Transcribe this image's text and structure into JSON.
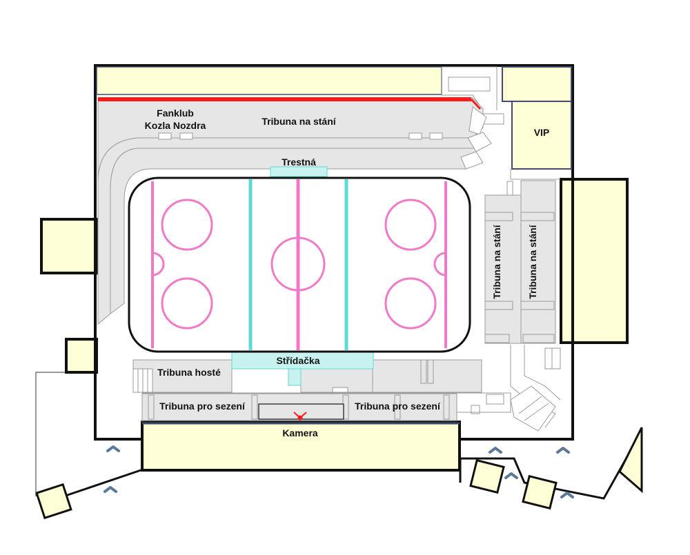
{
  "labels": {
    "fanclub_line1": "Fanklub",
    "fanclub_line2": "Kozla Nozdra",
    "standing_top": "Tribuna na stání",
    "standing_right_a": "Tribuna na stání",
    "standing_right_b": "Tribuna na stání",
    "penalty_box": "Trestná",
    "players_bench": "Střídačka",
    "away_stand": "Tribuna hosté",
    "seating_left": "Tribuna pro sezení",
    "seating_right": "Tribuna pro sezení",
    "camera": "Kamera",
    "vip": "VIP"
  },
  "colors": {
    "building": "#fdfdd6",
    "outline": "#111111",
    "stand_fill": "#e6e6e6",
    "stand_stroke": "#9a9a9a",
    "rink_lines": "#f07ac8",
    "blue_lines": "#5fd9d6",
    "bench": "#c8f2f0",
    "red_barrier": "#ff1a1a",
    "entrance_arrow": "#5b7a99",
    "wall_lines": "#3f4a6e"
  },
  "icons": {
    "entrances": "entrance-arrow-icon",
    "camera": "camera-position-icon"
  }
}
